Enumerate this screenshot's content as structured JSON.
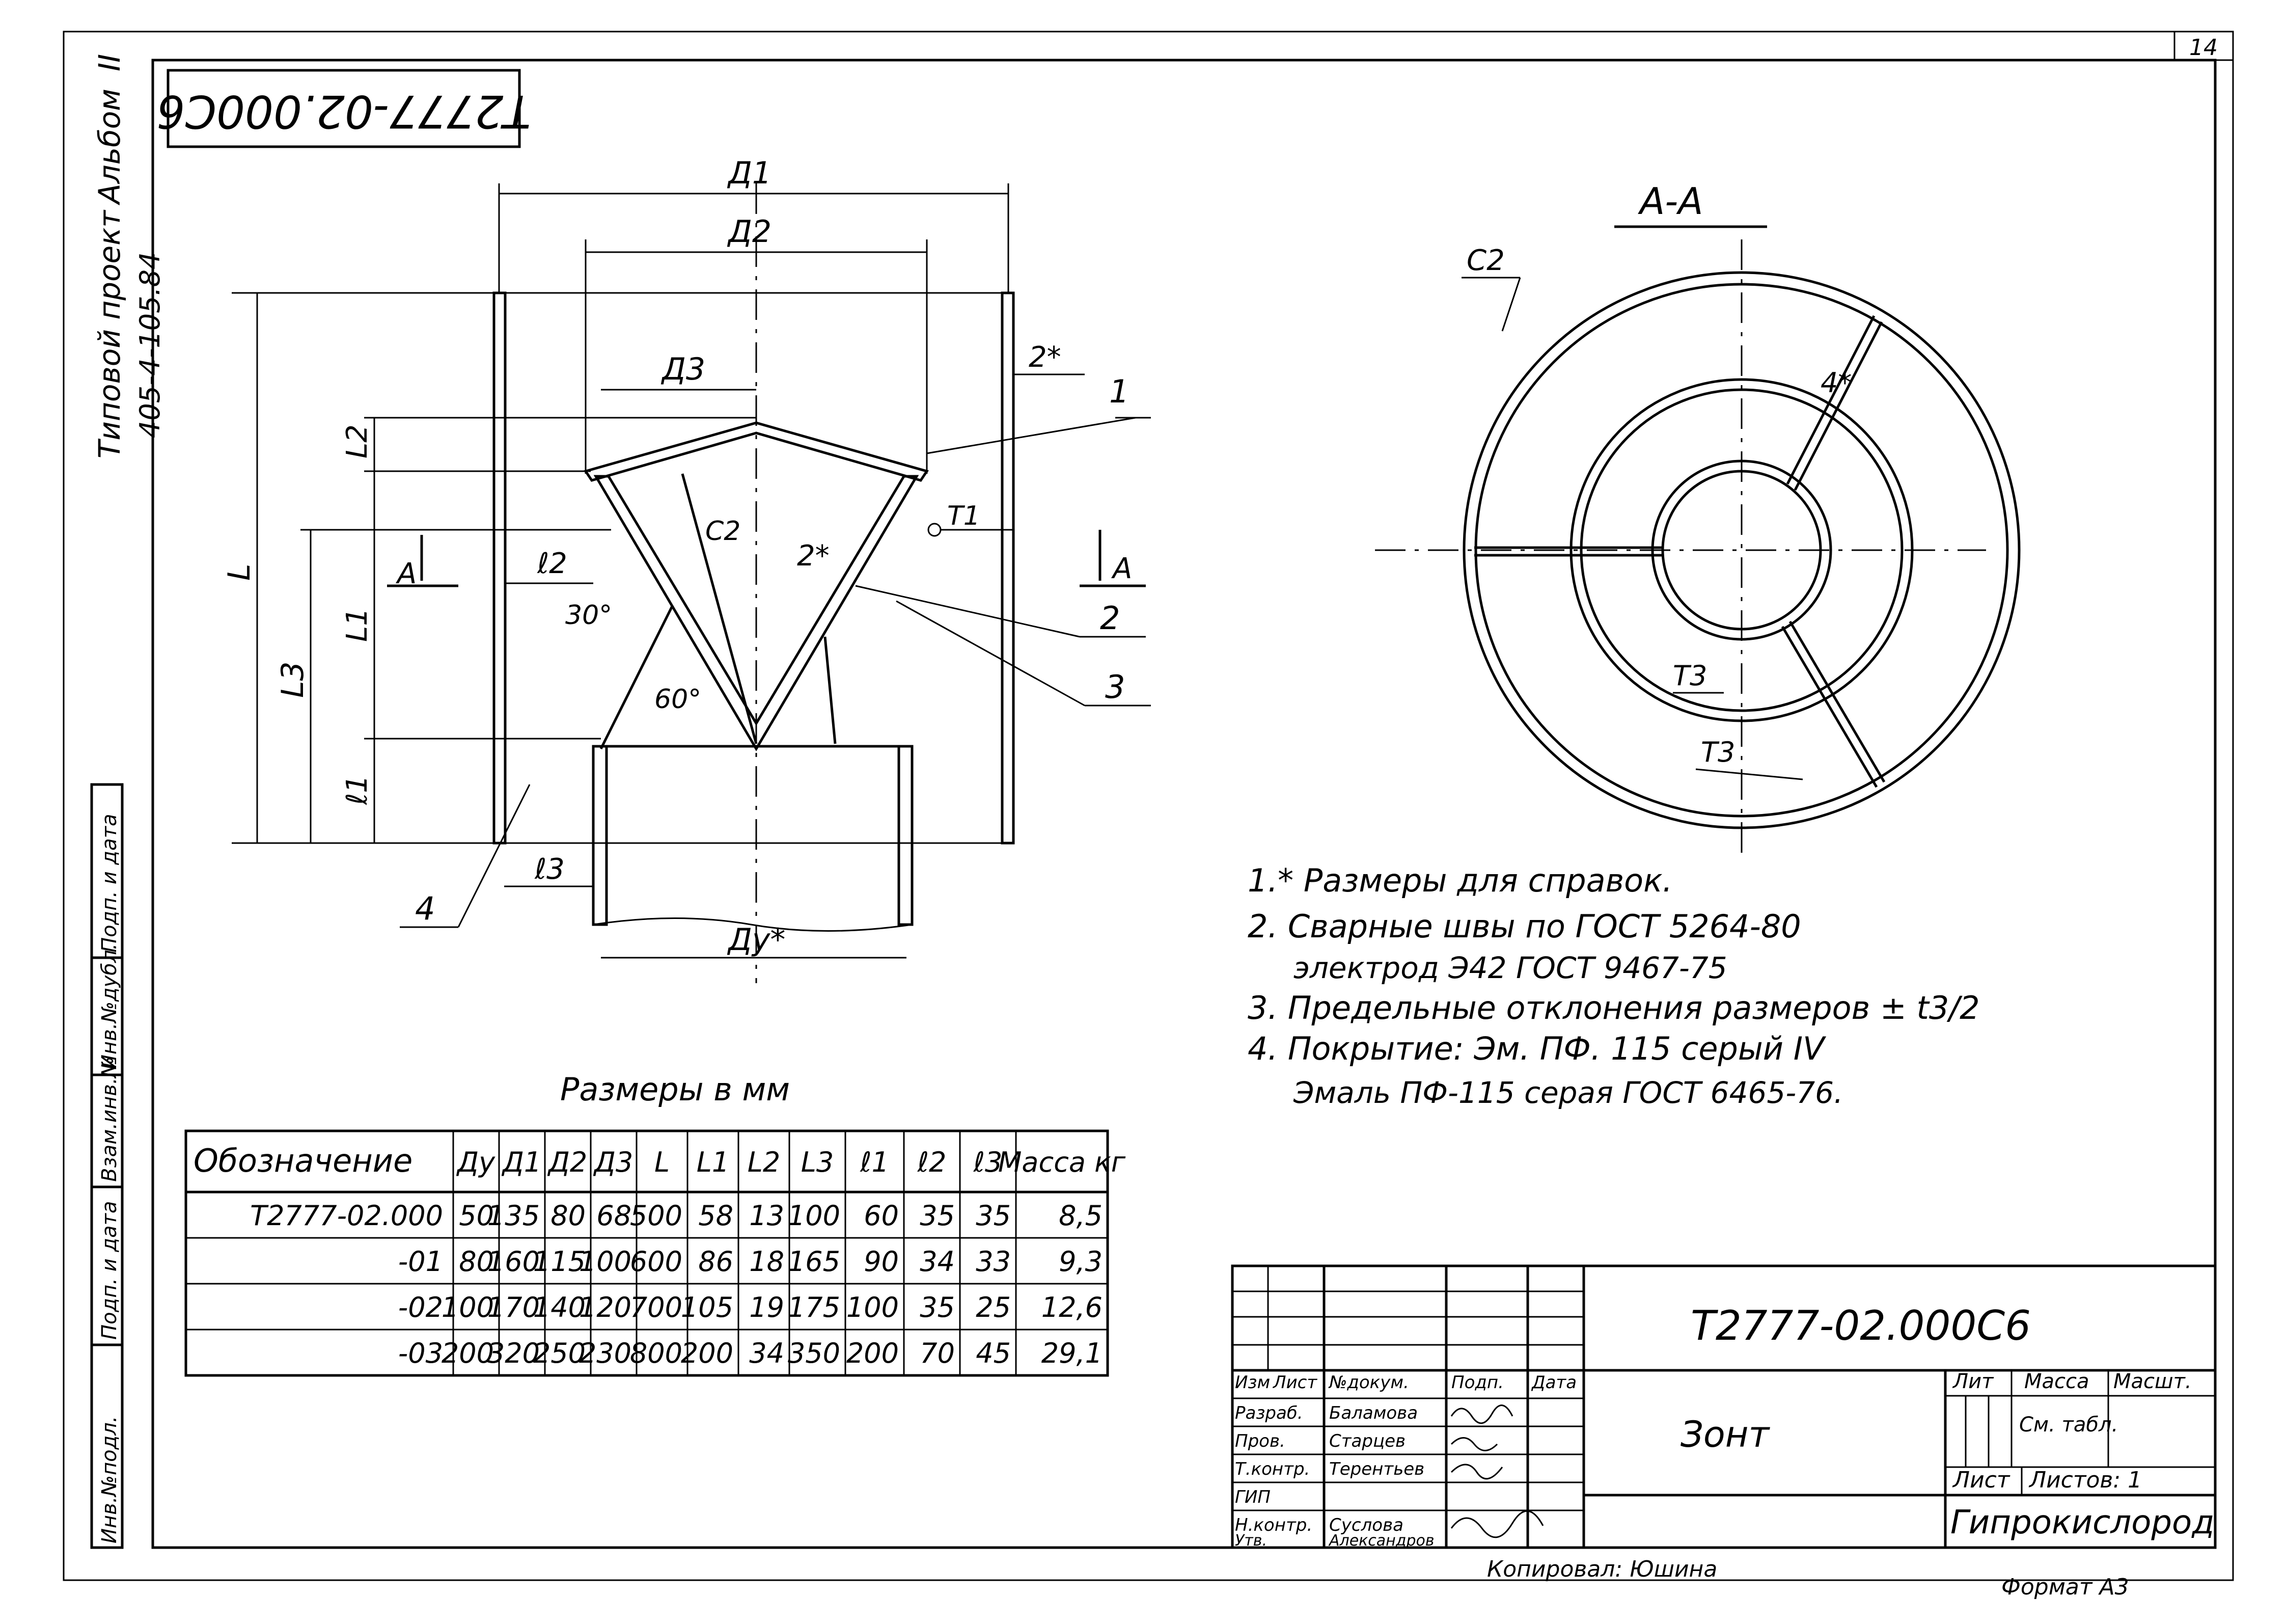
{
  "sheet_number": "14",
  "drawing_code_rotated": "T2777-02.000C6",
  "side_label": {
    "album": "Альбом",
    "album_number": "II",
    "project": "Типовой проект",
    "project_code": "405-4-105.84"
  },
  "left_stamp": [
    "Инв.№подл.",
    "Подп. и дата",
    "Взам.инв.№",
    "Инв.№дубл.",
    "Подп. и дата"
  ],
  "section_title": "А-А",
  "views": {
    "main": {
      "dims": [
        "Д1",
        "Д2",
        "Д3",
        "L",
        "L1",
        "L2",
        "L3",
        "ℓ1",
        "ℓ2",
        "ℓ3",
        "Ду*",
        "2*",
        "2*",
        "30°",
        "60°",
        "С2",
        "С2",
        "Т1",
        "Т3",
        "Т3",
        "4*",
        "А",
        "А"
      ],
      "positions": [
        "1",
        "2",
        "3",
        "4"
      ]
    }
  },
  "notes": [
    "1.* Размеры для справок.",
    "2. Сварные швы по ГОСТ 5264-80",
    "электрод Э42  ГОСТ 9467-75",
    "3. Предельные отклонения размеров ± t3/2",
    "4. Покрытие: Эм. ПФ. 115 серый IV",
    "Эмаль ПФ-115  серая ГОСТ 6465-76."
  ],
  "units_caption": "Размеры в мм",
  "table": {
    "headers": [
      "Обозначение",
      "Ду",
      "Д1",
      "Д2",
      "Д3",
      "L",
      "L1",
      "L2",
      "L3",
      "ℓ1",
      "ℓ2",
      "ℓ3",
      "Масса кг"
    ],
    "rows": [
      [
        "T2777-02.000",
        "50",
        "135",
        "80",
        "68",
        "500",
        "58",
        "13",
        "100",
        "60",
        "35",
        "35",
        "8,5"
      ],
      [
        "-01",
        "80",
        "160",
        "115",
        "100",
        "600",
        "86",
        "18",
        "165",
        "90",
        "34",
        "33",
        "9,3"
      ],
      [
        "-02",
        "100",
        "170",
        "140",
        "120",
        "700",
        "105",
        "19",
        "175",
        "100",
        "35",
        "25",
        "12,6"
      ],
      [
        "-03",
        "200",
        "320",
        "250",
        "230",
        "800",
        "200",
        "34",
        "350",
        "200",
        "70",
        "45",
        "29,1"
      ]
    ]
  },
  "title_block": {
    "code": "T2777-02.000C6",
    "name": "Зонт",
    "org": "Гипрокислород",
    "lit": "Лит",
    "mass": "Масса",
    "scale": "Масшт.",
    "mass_value": "См. табл.",
    "sheet": "Лист",
    "sheets": "Листов: 1",
    "sig_headers": [
      "Изм",
      "Лист",
      "№докум.",
      "Подп.",
      "Дата"
    ],
    "signers": [
      [
        "Разраб.",
        "Баламова"
      ],
      [
        "Пров.",
        "Старцев"
      ],
      [
        "Т.контр.",
        "Терентьев"
      ],
      [
        "ГИП",
        ""
      ],
      [
        "Н.контр.",
        "Суслова"
      ],
      [
        "Утв.",
        "Александров"
      ]
    ],
    "copied_by": "Копировал: Юшина",
    "format": "Формат А3"
  }
}
